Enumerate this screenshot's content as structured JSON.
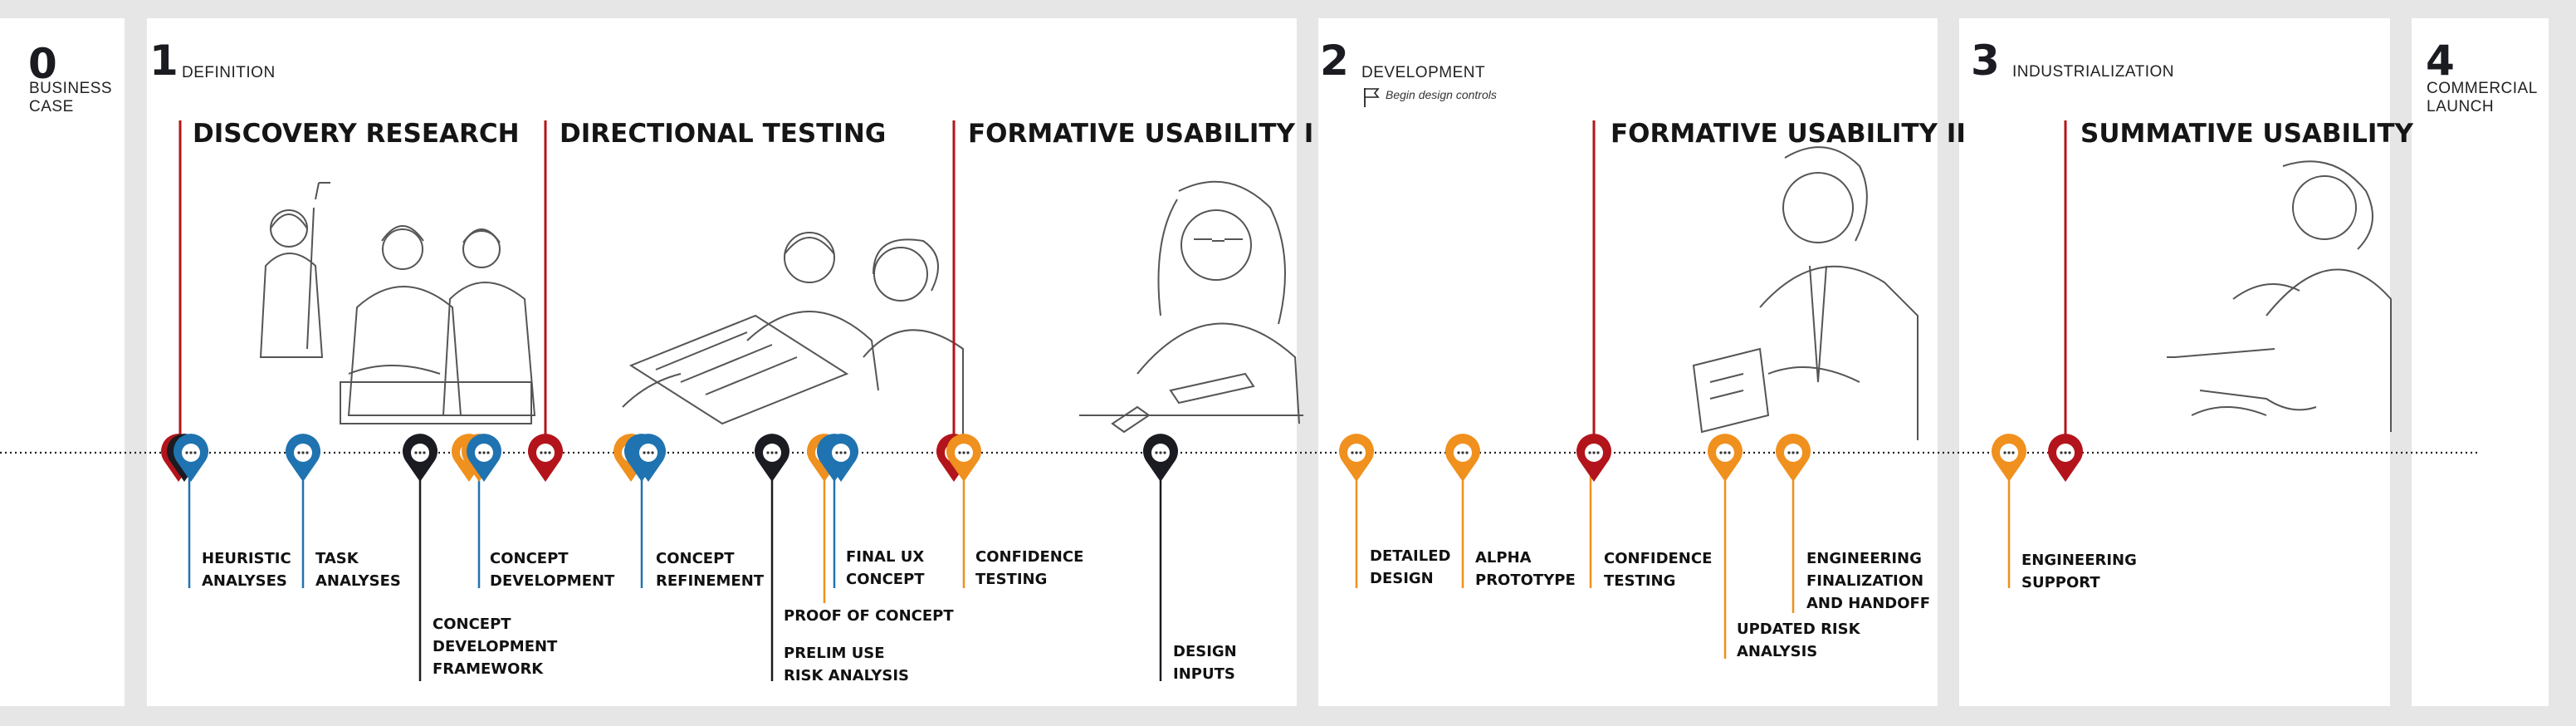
{
  "colors": {
    "red": "#b3141b",
    "blue": "#1f73b0",
    "orange": "#f0901e",
    "black": "#1b1b22",
    "dotted_line": "#222222",
    "panel": "#ffffff",
    "background": "#e6e6e6"
  },
  "phases": [
    {
      "num": "0",
      "label": "BUSINESS\nCASE"
    },
    {
      "num": "1",
      "label": "DEFINITION"
    },
    {
      "num": "2",
      "label": "DEVELOPMENT",
      "note": "Begin design controls",
      "note_icon": "flag-icon"
    },
    {
      "num": "3",
      "label": "INDUSTRIALIZATION"
    },
    {
      "num": "4",
      "label": "COMMERCIAL\nLAUNCH"
    }
  ],
  "stages": [
    {
      "title": "DISCOVERY RESEARCH"
    },
    {
      "title": "DIRECTIONAL TESTING"
    },
    {
      "title": "FORMATIVE USABILITY I"
    },
    {
      "title": "FORMATIVE USABILITY II"
    },
    {
      "title": "SUMMATIVE USABILITY"
    }
  ],
  "milestones": [
    {
      "label": "HEURISTIC\nANALYSES",
      "color": "blue"
    },
    {
      "label": "TASK\nANALYSES",
      "color": "blue"
    },
    {
      "label": "CONCEPT\nDEVELOPMENT\nFRAMEWORK",
      "color": "black"
    },
    {
      "label": "CONCEPT\nDEVELOPMENT",
      "color": "blue"
    },
    {
      "label": "CONCEPT\nREFINEMENT",
      "color": "blue"
    },
    {
      "label": "PRELIM USE\nRISK ANALYSIS",
      "color": "black"
    },
    {
      "label": "PROOF OF CONCEPT",
      "color": "orange"
    },
    {
      "label": "FINAL UX\nCONCEPT",
      "color": "blue"
    },
    {
      "label": "CONFIDENCE\nTESTING",
      "color": "orange"
    },
    {
      "label": "DESIGN\nINPUTS",
      "color": "black"
    },
    {
      "label": "DETAILED\nDESIGN",
      "color": "orange"
    },
    {
      "label": "ALPHA\nPROTOTYPE",
      "color": "orange"
    },
    {
      "label": "CONFIDENCE\nTESTING",
      "color": "orange"
    },
    {
      "label": "UPDATED RISK\nANALYSIS",
      "color": "orange"
    },
    {
      "label": "ENGINEERING\nFINALIZATION\nAND HANDOFF",
      "color": "orange"
    },
    {
      "label": "ENGINEERING\nSUPPORT",
      "color": "orange"
    }
  ],
  "illustrations": [
    {
      "icon": "surgical-team-illustration"
    },
    {
      "icon": "testing-session-illustration"
    },
    {
      "icon": "user-with-device-illustration"
    },
    {
      "icon": "engineer-at-bench-illustration"
    },
    {
      "icon": "clinician-with-syringe-illustration"
    }
  ]
}
